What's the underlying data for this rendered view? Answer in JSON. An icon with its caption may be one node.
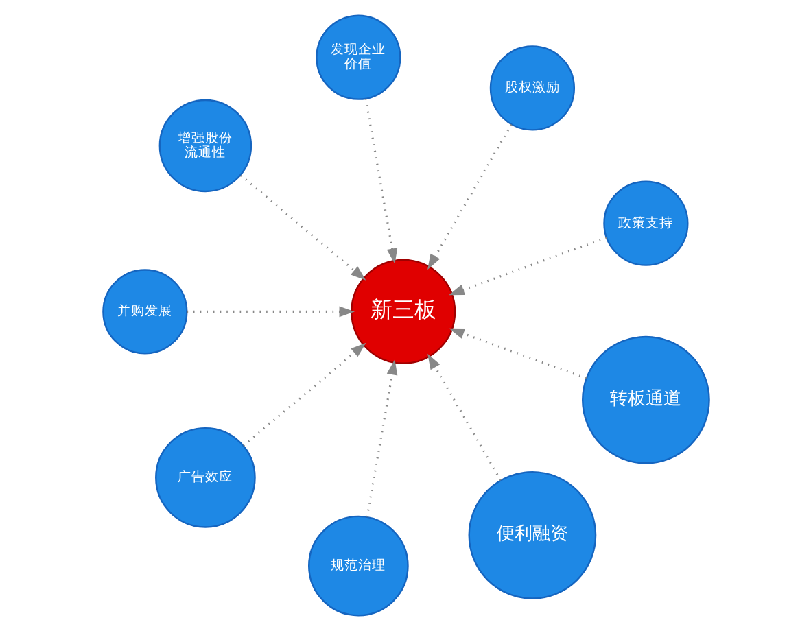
{
  "diagram": {
    "nodes": [
      {
        "text": [
          "新三板"
        ]
      },
      {
        "text": [
          "政策支持"
        ]
      },
      {
        "text": [
          "股权激励"
        ]
      },
      {
        "text": [
          "发现企业价值"
        ]
      },
      {
        "text": [
          "增强股份流通性"
        ]
      },
      {
        "text": [
          "并购发展"
        ]
      },
      {
        "text": [
          "广告效应"
        ]
      },
      {
        "text": [
          "规范治理"
        ]
      },
      {
        "text": [
          "便利融资"
        ]
      },
      {
        "text": [
          "转板通道"
        ]
      }
    ],
    "edges": [
      {
        "from": 1,
        "to": 0,
        "arrow": "to",
        "style": "dashed"
      },
      {
        "from": 2,
        "to": 0,
        "arrow": "to",
        "style": "dashed"
      },
      {
        "from": 3,
        "to": 0,
        "arrow": "to",
        "style": "dashed"
      },
      {
        "from": 4,
        "to": 0,
        "arrow": "to",
        "style": "dashed"
      },
      {
        "from": 5,
        "to": 0,
        "arrow": "to",
        "style": "dashed"
      },
      {
        "from": 6,
        "to": 0,
        "arrow": "to",
        "style": "dashed"
      },
      {
        "from": 7,
        "to": 0,
        "arrow": "to",
        "style": "dashed"
      },
      {
        "from": 8,
        "to": 0,
        "arrow": "to",
        "style": "dashed"
      },
      {
        "from": 9,
        "to": 0,
        "arrow": "to",
        "style": "dashed"
      }
    ]
  }
}
